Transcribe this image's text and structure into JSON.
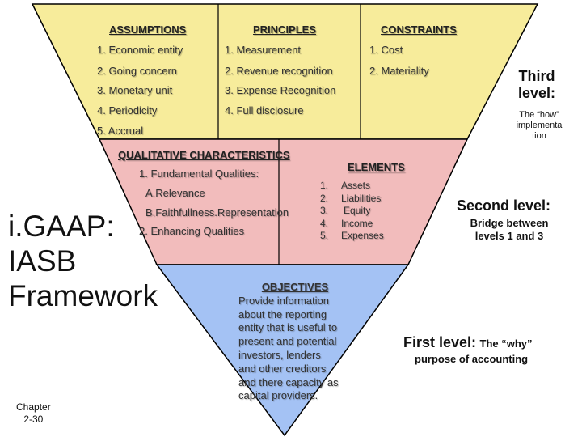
{
  "main_title": [
    "i.GAAP:",
    "IASB",
    "Framework"
  ],
  "chapter": [
    "Chapter",
    "2-30"
  ],
  "colors": {
    "third_level_fill": "#f7ec9b",
    "second_level_fill": "#f2bcbc",
    "first_level_fill": "#a4c2f4",
    "outline": "#000000"
  },
  "third_level": {
    "assumptions": {
      "heading": "ASSUMPTIONS",
      "items": [
        "1. Economic entity",
        "2. Going concern",
        "3. Monetary unit",
        "4. Periodicity",
        "5. Accrual"
      ]
    },
    "principles": {
      "heading": "PRINCIPLES",
      "items": [
        "1. Measurement",
        "2. Revenue recognition",
        "3. Expense Recognition",
        "4. Full disclosure"
      ]
    },
    "constraints": {
      "heading": "CONSTRAINTS",
      "items": [
        "1. Cost",
        "2. Materiality"
      ]
    },
    "label": [
      "Third",
      "level:"
    ],
    "sublabel": [
      "The “how”",
      "implementa",
      "tion"
    ]
  },
  "second_level": {
    "qualitative": {
      "heading": "QUALITATIVE CHARACTERISTICS",
      "fundamental": "1. Fundamental Qualities:",
      "relevance": "A.Relevance",
      "faithful": "B.Faithfullness.Representation",
      "enhancing": "2. Enhancing Qualities"
    },
    "elements": {
      "heading": "ELEMENTS",
      "numbers": [
        "1.",
        "2.",
        "3.",
        "4.",
        "5."
      ],
      "items": [
        "Assets",
        "Liabilities",
        "Equity",
        "Income",
        "Expenses"
      ]
    },
    "label": "Second level:",
    "sublabel": [
      "Bridge between",
      "levels 1 and 3"
    ]
  },
  "first_level": {
    "objectives": {
      "heading": "OBJECTIVES",
      "lines": [
        "Provide information",
        "about the reporting",
        "entity that is useful to",
        "present and potential",
        "investors, lenders",
        "and other creditors",
        "and there capacity as",
        "capital providers."
      ]
    },
    "label": "First level:",
    "label_tail": "The “why”",
    "sublabel": "purpose of accounting"
  }
}
